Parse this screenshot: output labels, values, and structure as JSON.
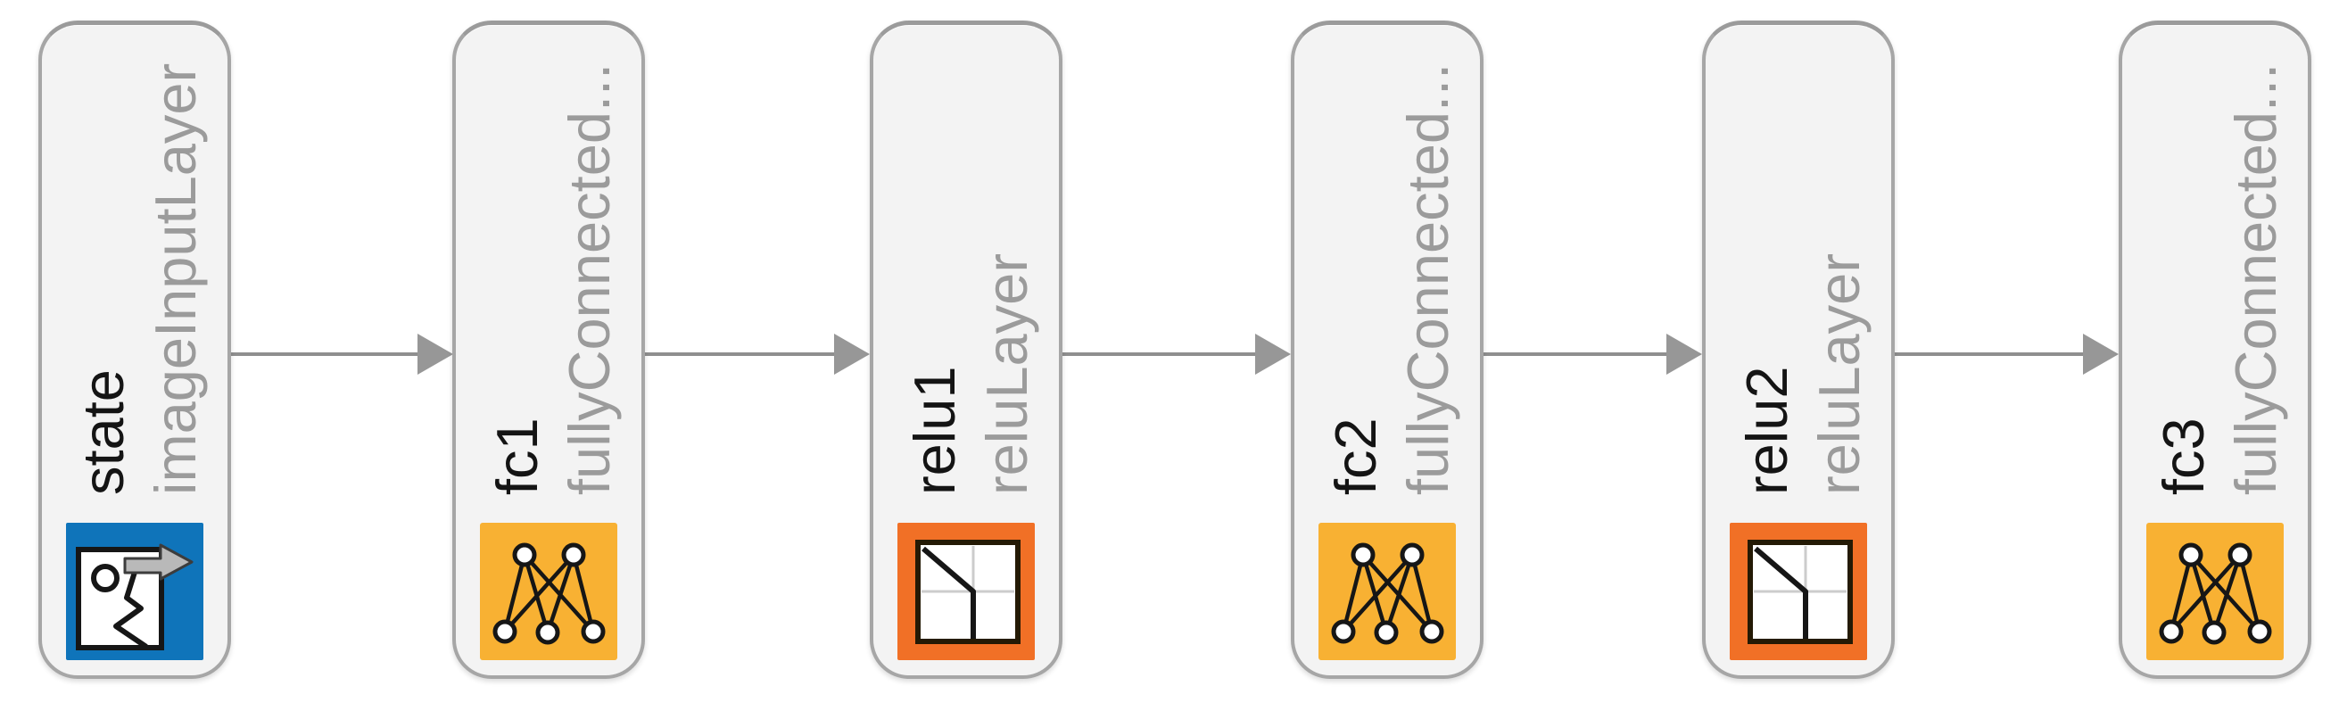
{
  "colors": {
    "canvas_bg": "#ffffff",
    "block_fill": "#f3f3f3",
    "block_border": "#a6a6a6",
    "layer_name_text": "#141414",
    "layer_type_text": "#9b9b9b",
    "connector": "#8f8f8f",
    "icon_image_input": "#0f74ba",
    "icon_fully_connected": "#f8b133",
    "icon_relu": "#f17026"
  },
  "graph": {
    "layers": [
      {
        "name": "state",
        "type": "imageInputLayer",
        "icon": "image-input-icon"
      },
      {
        "name": "fc1",
        "type": "fullyConnected...",
        "icon": "fully-connected-icon"
      },
      {
        "name": "relu1",
        "type": "reluLayer",
        "icon": "relu-icon"
      },
      {
        "name": "fc2",
        "type": "fullyConnected...",
        "icon": "fully-connected-icon"
      },
      {
        "name": "relu2",
        "type": "reluLayer",
        "icon": "relu-icon"
      },
      {
        "name": "fc3",
        "type": "fullyConnected...",
        "icon": "fully-connected-icon"
      }
    ],
    "connections": [
      {
        "from": "state",
        "to": "fc1"
      },
      {
        "from": "fc1",
        "to": "relu1"
      },
      {
        "from": "relu1",
        "to": "fc2"
      },
      {
        "from": "fc2",
        "to": "relu2"
      },
      {
        "from": "relu2",
        "to": "fc3"
      }
    ]
  }
}
